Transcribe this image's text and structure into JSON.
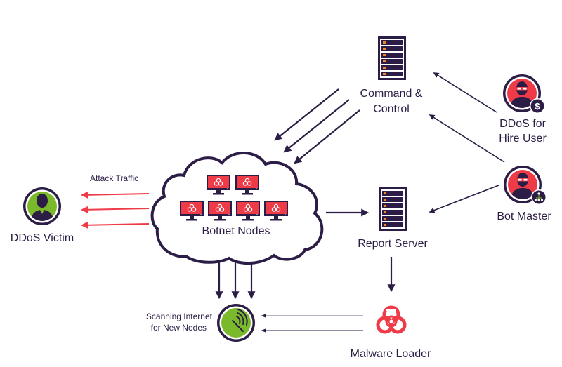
{
  "colors": {
    "dark": "#2b1d45",
    "red": "#ef3b47",
    "green": "#7ab929",
    "orange": "#f2842a",
    "arrow_gray": "#6e6483"
  },
  "nodes": {
    "command_control": {
      "label_line1": "Command &",
      "label_line2": "Control",
      "icon": "server-icon"
    },
    "ddos_for_hire": {
      "label_line1": "DDoS for",
      "label_line2": "Hire User",
      "icon": "hacker-avatar-icon",
      "badge": "dollar-icon"
    },
    "bot_master": {
      "label": "Bot Master",
      "icon": "hacker-avatar-icon",
      "badge": "network-hierarchy-icon"
    },
    "botnet": {
      "label": "Botnet Nodes",
      "icon": "cloud-icon",
      "monitor_count": 6,
      "monitor_icon": "infected-monitor-icon"
    },
    "victim": {
      "label": "DDoS Victim",
      "icon": "user-avatar-icon"
    },
    "report_server": {
      "label": "Report Server",
      "icon": "server-icon"
    },
    "scanner": {
      "label_line1": "Scanning Internet",
      "label_line2": "for New Nodes",
      "icon": "signal-scan-icon"
    },
    "malware_loader": {
      "label": "Malware Loader",
      "icon": "biohazard-icon"
    }
  },
  "edges": {
    "attack_traffic_label": "Attack Traffic",
    "list": [
      {
        "from": "command_control",
        "to": "botnet",
        "count": 3
      },
      {
        "from": "ddos_for_hire",
        "to": "command_control",
        "count": 1
      },
      {
        "from": "bot_master",
        "to": "command_control",
        "count": 1
      },
      {
        "from": "bot_master",
        "to": "report_server",
        "count": 1
      },
      {
        "from": "botnet",
        "to": "victim",
        "count": 3,
        "style": "attack"
      },
      {
        "from": "botnet",
        "to": "report_server",
        "count": 1
      },
      {
        "from": "botnet",
        "to": "scanner",
        "count": 3
      },
      {
        "from": "report_server",
        "to": "malware_loader",
        "count": 1
      },
      {
        "from": "malware_loader",
        "to": "scanner",
        "count": 2,
        "style": "thin"
      }
    ]
  }
}
